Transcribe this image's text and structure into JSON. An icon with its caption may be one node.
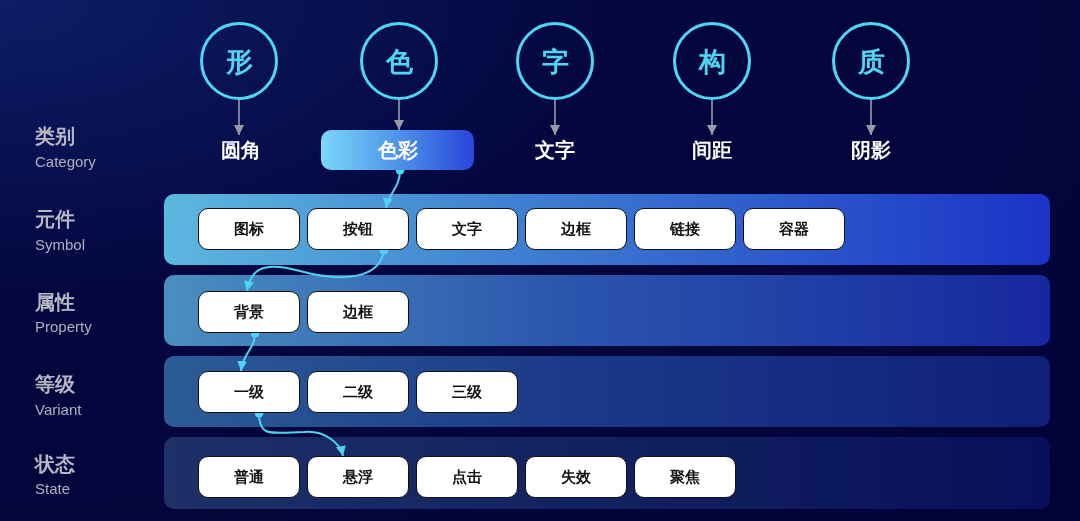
{
  "diagram": {
    "nodes": [
      {
        "text": [
          "形"
        ]
      },
      {
        "text": [
          "色"
        ]
      },
      {
        "text": [
          "字"
        ]
      },
      {
        "text": [
          "构"
        ]
      },
      {
        "text": [
          "质"
        ]
      },
      {
        "text": [
          "圆角"
        ]
      },
      {
        "text": [
          "色彩"
        ]
      },
      {
        "text": [
          "文字"
        ]
      },
      {
        "text": [
          "间距"
        ]
      },
      {
        "text": [
          "阴影"
        ]
      },
      {
        "text": [],
        "shape": "box"
      },
      {
        "text": [
          "图标"
        ],
        "in": 10
      },
      {
        "text": [
          "按钮"
        ],
        "in": 10
      },
      {
        "text": [
          "文字"
        ],
        "in": 10
      },
      {
        "text": [
          "边框"
        ],
        "in": 10
      },
      {
        "text": [
          "链接"
        ],
        "in": 10
      },
      {
        "text": [
          "容器"
        ],
        "in": 10
      },
      {
        "text": [],
        "shape": "box"
      },
      {
        "text": [
          "背景"
        ],
        "in": 17
      },
      {
        "text": [
          "边框"
        ],
        "in": 17
      },
      {
        "text": [],
        "shape": "box"
      },
      {
        "text": [
          "一级"
        ],
        "in": 20
      },
      {
        "text": [
          "二级"
        ],
        "in": 20
      },
      {
        "text": [
          "三级"
        ],
        "in": 20
      },
      {
        "text": [],
        "shape": "box"
      },
      {
        "text": [
          "普通"
        ],
        "in": 24
      },
      {
        "text": [
          "悬浮"
        ],
        "in": 24
      },
      {
        "text": [
          "点击"
        ],
        "in": 24
      },
      {
        "text": [
          "失效"
        ],
        "in": 24
      },
      {
        "text": [
          "聚焦"
        ],
        "in": 24
      }
    ],
    "edges": [
      {
        "from": 0,
        "to": 5,
        "arrow": "to"
      },
      {
        "from": 1,
        "to": 6,
        "arrow": "to"
      },
      {
        "from": 2,
        "to": 7,
        "arrow": "to"
      },
      {
        "from": 3,
        "to": 8,
        "arrow": "to"
      },
      {
        "from": 4,
        "to": 9,
        "arrow": "to"
      },
      {
        "from": 6,
        "to": 12,
        "arrow": "to",
        "color": "#4fd3f2"
      },
      {
        "from": 12,
        "to": 18,
        "arrow": "to",
        "color": "#4fd3f2"
      },
      {
        "from": 18,
        "to": 21,
        "arrow": "to",
        "color": "#4fd3f2"
      },
      {
        "from": 21,
        "to": 26,
        "arrow": "to",
        "color": "#4fd3f2"
      }
    ],
    "labels": [
      "类别",
      "Category",
      "元件",
      "Symbol",
      "属性",
      "Property",
      "等级",
      "Variant",
      "状态",
      "State"
    ]
  }
}
